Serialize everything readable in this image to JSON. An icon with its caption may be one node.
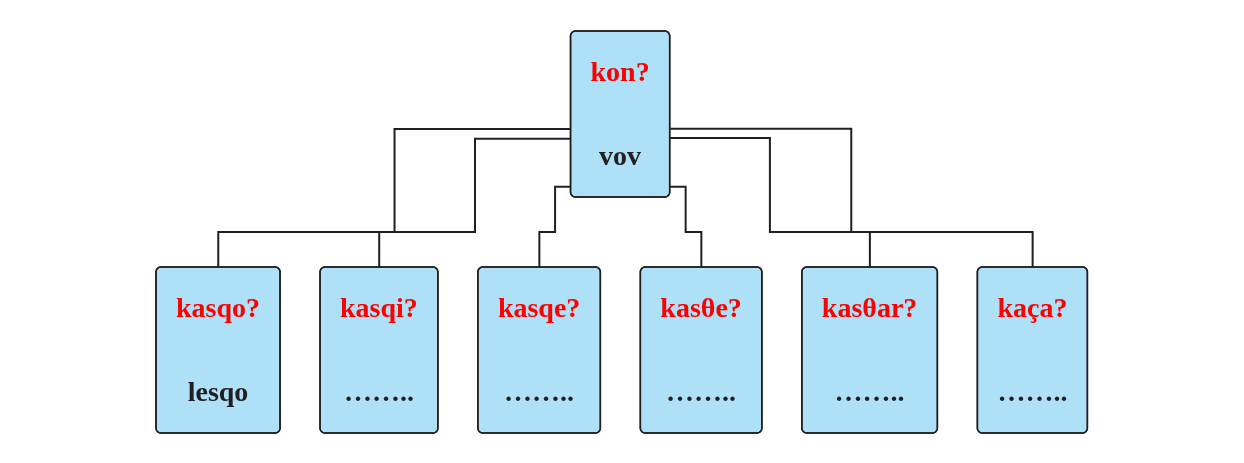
{
  "diagram": {
    "nodes": [
      {
        "text": [
          "kon?",
          "vov"
        ]
      },
      {
        "text": [
          "kasqo?",
          "lesqo"
        ]
      },
      {
        "text": [
          "kasqi?",
          "…….."
        ]
      },
      {
        "text": [
          "kasqe?",
          "…….."
        ]
      },
      {
        "text": [
          "kasθe?",
          "…….."
        ]
      },
      {
        "text": [
          "kasθar?",
          "…….."
        ]
      },
      {
        "text": [
          "kaça?",
          "…….."
        ]
      }
    ],
    "edges": [
      {
        "from": 0,
        "to": 1,
        "arrow": "none"
      },
      {
        "from": 0,
        "to": 2,
        "arrow": "none"
      },
      {
        "from": 0,
        "to": 3,
        "arrow": "none"
      },
      {
        "from": 0,
        "to": 4,
        "arrow": "none"
      },
      {
        "from": 0,
        "to": 5,
        "arrow": "none"
      },
      {
        "from": 0,
        "to": 6,
        "arrow": "none"
      }
    ]
  }
}
